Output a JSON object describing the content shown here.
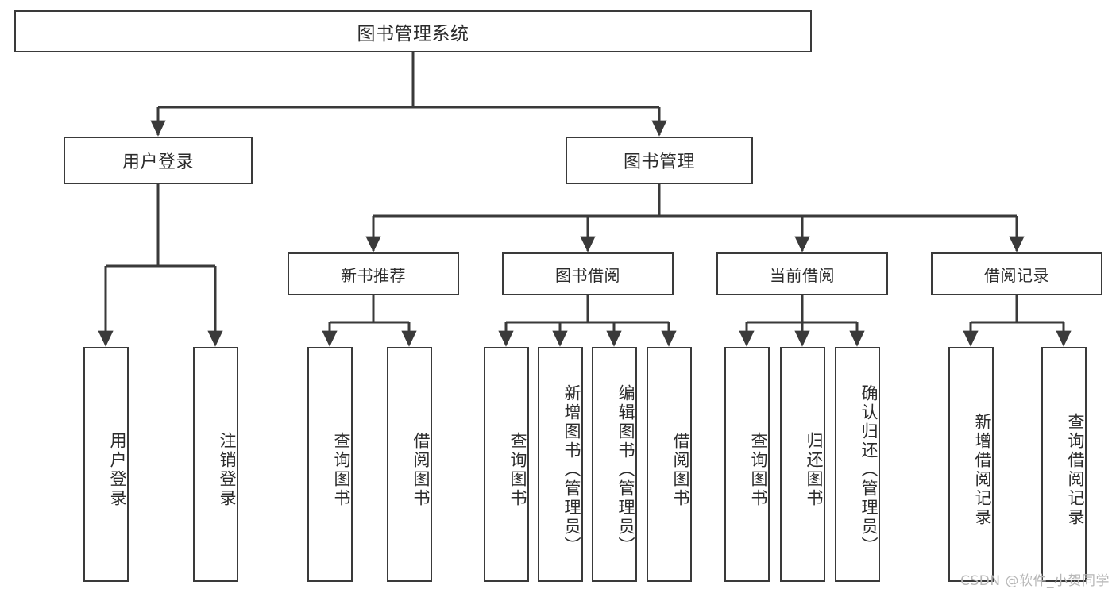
{
  "diagram": {
    "title": "图书管理系统",
    "watermark": "CSDN @软件_小贺同学",
    "line_color": "#3a3a3a",
    "text_color": "#2b2b2b",
    "background_color": "#ffffff"
  },
  "nodes": {
    "root": {
      "label": "图书管理系统"
    },
    "level2": [
      {
        "label": "用户登录"
      },
      {
        "label": "图书管理"
      }
    ],
    "level3": [
      {
        "label": "新书推荐"
      },
      {
        "label": "图书借阅"
      },
      {
        "label": "当前借阅"
      },
      {
        "label": "借阅记录"
      }
    ],
    "leaves": [
      {
        "label": "用户登录"
      },
      {
        "label": "注销登录"
      },
      {
        "label": "查询图书"
      },
      {
        "label": "借阅图书"
      },
      {
        "label": "查询图书"
      },
      {
        "label": "新增图书（管理员）"
      },
      {
        "label": "编辑图书（管理员）"
      },
      {
        "label": "借阅图书"
      },
      {
        "label": "查询图书"
      },
      {
        "label": "归还图书"
      },
      {
        "label": "确认归还（管理员）"
      },
      {
        "label": "新增借阅记录"
      },
      {
        "label": "查询借阅记录"
      }
    ]
  },
  "chart_data": {
    "type": "tree-diagram",
    "title": "图书管理系统",
    "orientation": "top-down",
    "edge_style": "orthogonal-with-arrowheads",
    "tree": {
      "label": "图书管理系统",
      "children": [
        {
          "label": "用户登录",
          "children": [
            {
              "label": "用户登录"
            },
            {
              "label": "注销登录"
            }
          ]
        },
        {
          "label": "图书管理",
          "children": [
            {
              "label": "新书推荐",
              "children": [
                {
                  "label": "查询图书"
                },
                {
                  "label": "借阅图书"
                }
              ]
            },
            {
              "label": "图书借阅",
              "children": [
                {
                  "label": "查询图书"
                },
                {
                  "label": "新增图书（管理员）"
                },
                {
                  "label": "编辑图书（管理员）"
                },
                {
                  "label": "借阅图书"
                }
              ]
            },
            {
              "label": "当前借阅",
              "children": [
                {
                  "label": "查询图书"
                },
                {
                  "label": "归还图书"
                },
                {
                  "label": "确认归还（管理员）"
                }
              ]
            },
            {
              "label": "借阅记录",
              "children": [
                {
                  "label": "新增借阅记录"
                },
                {
                  "label": "查询借阅记录"
                }
              ]
            }
          ]
        }
      ]
    }
  }
}
